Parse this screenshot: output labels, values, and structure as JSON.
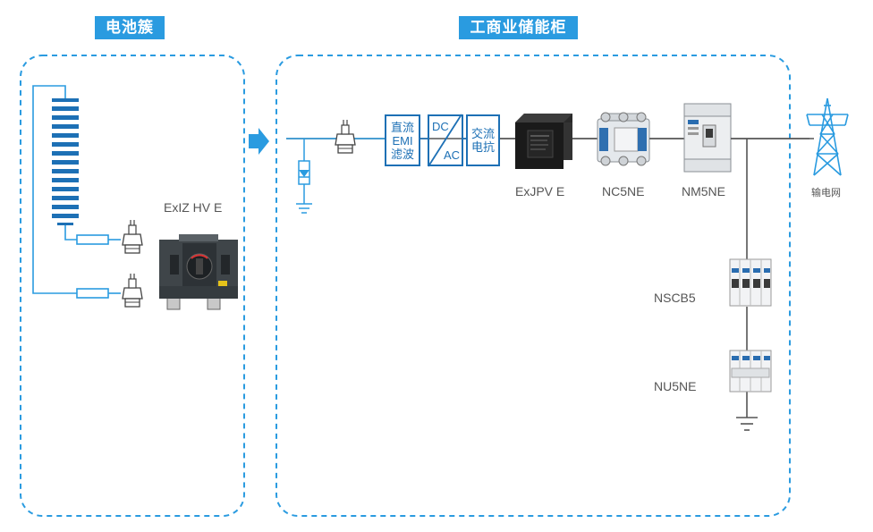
{
  "sections": {
    "battery_cluster": "电池簇",
    "cabinet": "工商业储能柜"
  },
  "devices": {
    "isolator": "ExIZ HV E",
    "relay": "ExJPV E",
    "contactor": "NC5NE",
    "mccb": "NM5NE",
    "mcb": "NSCB5",
    "spd": "NU5NE",
    "grid": "输电网"
  },
  "blocks": {
    "emi_line1": "直流",
    "emi_line2": "EMI",
    "emi_line3": "滤波",
    "dc": "DC",
    "ac": "AC",
    "reactor_line1": "交流",
    "reactor_line2": "电抗"
  },
  "colors": {
    "accent": "#2a9be0",
    "line_blue": "#1d70b5",
    "line_gray": "#555555"
  }
}
